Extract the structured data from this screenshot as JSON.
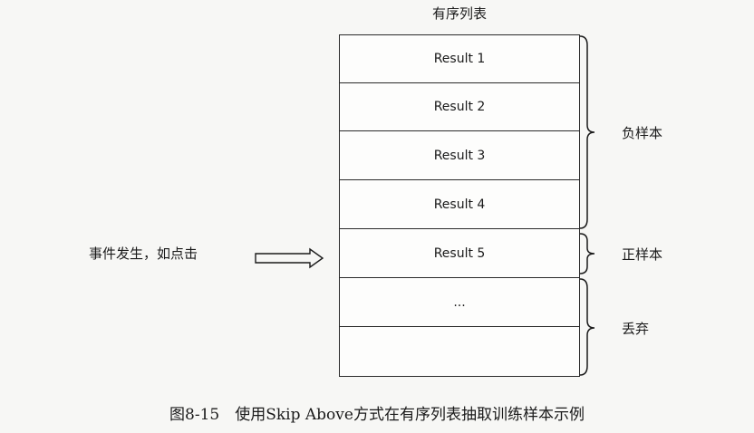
{
  "list": {
    "title": "有序列表",
    "rows": [
      "Result 1",
      "Result 2",
      "Result 3",
      "Result 4",
      "Result 5",
      "...",
      ""
    ]
  },
  "event": {
    "label": "事件发生，如点击"
  },
  "groups": {
    "negative": "负样本",
    "positive": "正样本",
    "discard": "丢弃"
  },
  "caption": "图8-15　使用Skip Above方式在有序列表抽取训练样本示例"
}
